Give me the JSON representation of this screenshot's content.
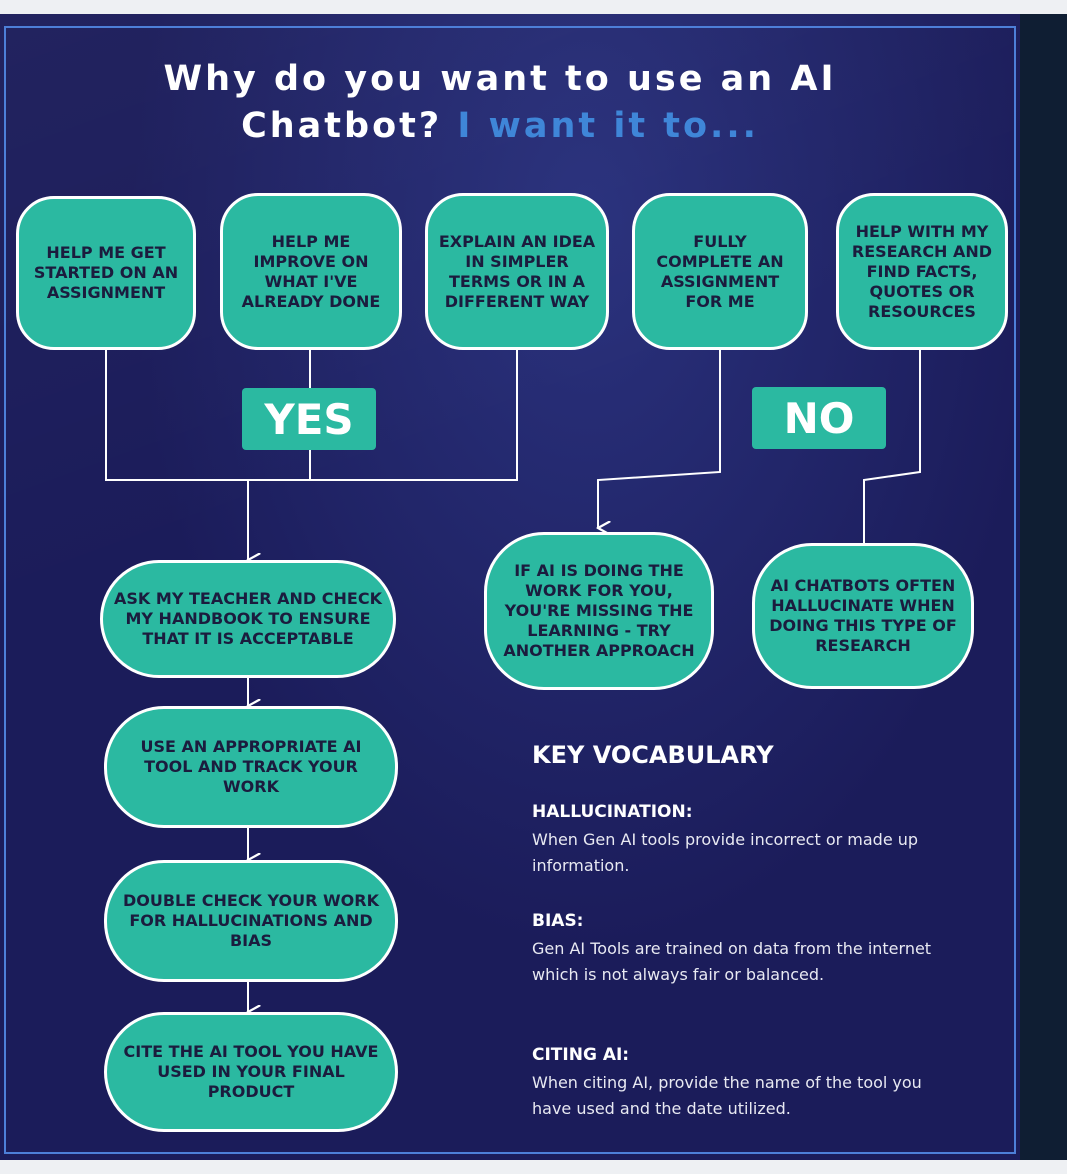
{
  "title": {
    "line1": "Why do you want to use an AI",
    "line2_main": "Chatbot?",
    "line2_accent": "I want it to..."
  },
  "top_options": [
    "HELP ME GET STARTED ON AN ASSIGNMENT",
    "HELP ME IMPROVE ON WHAT I'VE ALREADY DONE",
    "EXPLAIN AN IDEA IN SIMPLER TERMS OR IN A DIFFERENT WAY",
    "FULLY COMPLETE AN ASSIGNMENT FOR ME",
    "HELP WITH MY RESEARCH AND FIND FACTS, QUOTES OR RESOURCES"
  ],
  "badges": {
    "yes": "YES",
    "no": "NO"
  },
  "yes_steps": [
    "ASK MY TEACHER AND CHECK MY HANDBOOK TO ENSURE THAT IT IS ACCEPTABLE",
    "USE AN APPROPRIATE AI TOOL AND TRACK YOUR WORK",
    "DOUBLE CHECK YOUR WORK FOR HALLUCINATIONS AND BIAS",
    "CITE THE AI TOOL YOU HAVE USED IN YOUR FINAL PRODUCT"
  ],
  "no_outcomes": [
    "IF AI IS DOING THE WORK FOR YOU, YOU'RE MISSING THE LEARNING - TRY ANOTHER APPROACH",
    "AI CHATBOTS OFTEN HALLUCINATE WHEN DOING THIS TYPE OF RESEARCH"
  ],
  "vocabulary": {
    "heading": "KEY VOCABULARY",
    "items": [
      {
        "term": "HALLUCINATION:",
        "definition": "When Gen AI tools provide incorrect or made up information."
      },
      {
        "term": "BIAS:",
        "definition": "Gen AI Tools are trained on data from the internet which is not always fair or balanced."
      },
      {
        "term": "CITING AI:",
        "definition": "When citing AI, provide the name of the tool you have used and the date utilized."
      }
    ]
  },
  "colors": {
    "background": "#1b1c5a",
    "box_fill": "#2bb9a1",
    "box_text": "#1b1c3e",
    "accent_blue": "#3f86d8",
    "connector": "#ffffff"
  }
}
